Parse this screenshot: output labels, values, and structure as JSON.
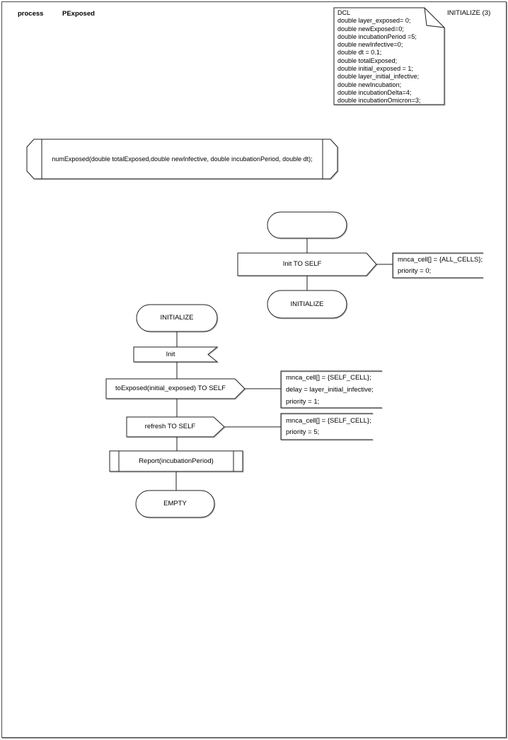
{
  "page": {
    "title_kind": "process",
    "title_name": "PExposed",
    "page_ref": "INITIALIZE (3)"
  },
  "declarations": {
    "dcl_text": "DCL\ndouble layer_exposed= 0;\ndouble newExposed=0;\ndouble incubationPeriod =5;\ndouble newInfective=0;\ndouble dt = 0.1;\ndouble totalExposed;\ndouble initial_exposed = 1;\ndouble layer_initial_infective;\ndouble newIncubation;\ndouble incubationDelta=4;\ndouble incubationOmicron=3;",
    "procedure_signature": "numExposed(double totalExposed,double newInfective, double incubationPeriod, double dt);"
  },
  "start_flow": {
    "output_label": "Init TO SELF",
    "output_comment": "mnca_cell[] = {ALL_CELLS};\npriority = 0;",
    "next_state": "INITIALIZE"
  },
  "initialize_flow": {
    "state": "INITIALIZE",
    "input_label": "Init",
    "toexposed_output": "toExposed(initial_exposed) TO SELF",
    "toexposed_comment": "mnca_cell[] = {SELF_CELL};\ndelay = layer_initial_infective;\npriority = 1;",
    "refresh_output": "refresh TO SELF",
    "refresh_comment": "mnca_cell[] = {SELF_CELL};\npriority = 5;",
    "procedure_call": "Report(incubationPeriod)",
    "end_state": "EMPTY"
  },
  "colors": {
    "stroke": "#1f1f1f",
    "background": "#ffffff",
    "shadow": "#9a9a9a",
    "frame_border": "#4a4a4a"
  }
}
